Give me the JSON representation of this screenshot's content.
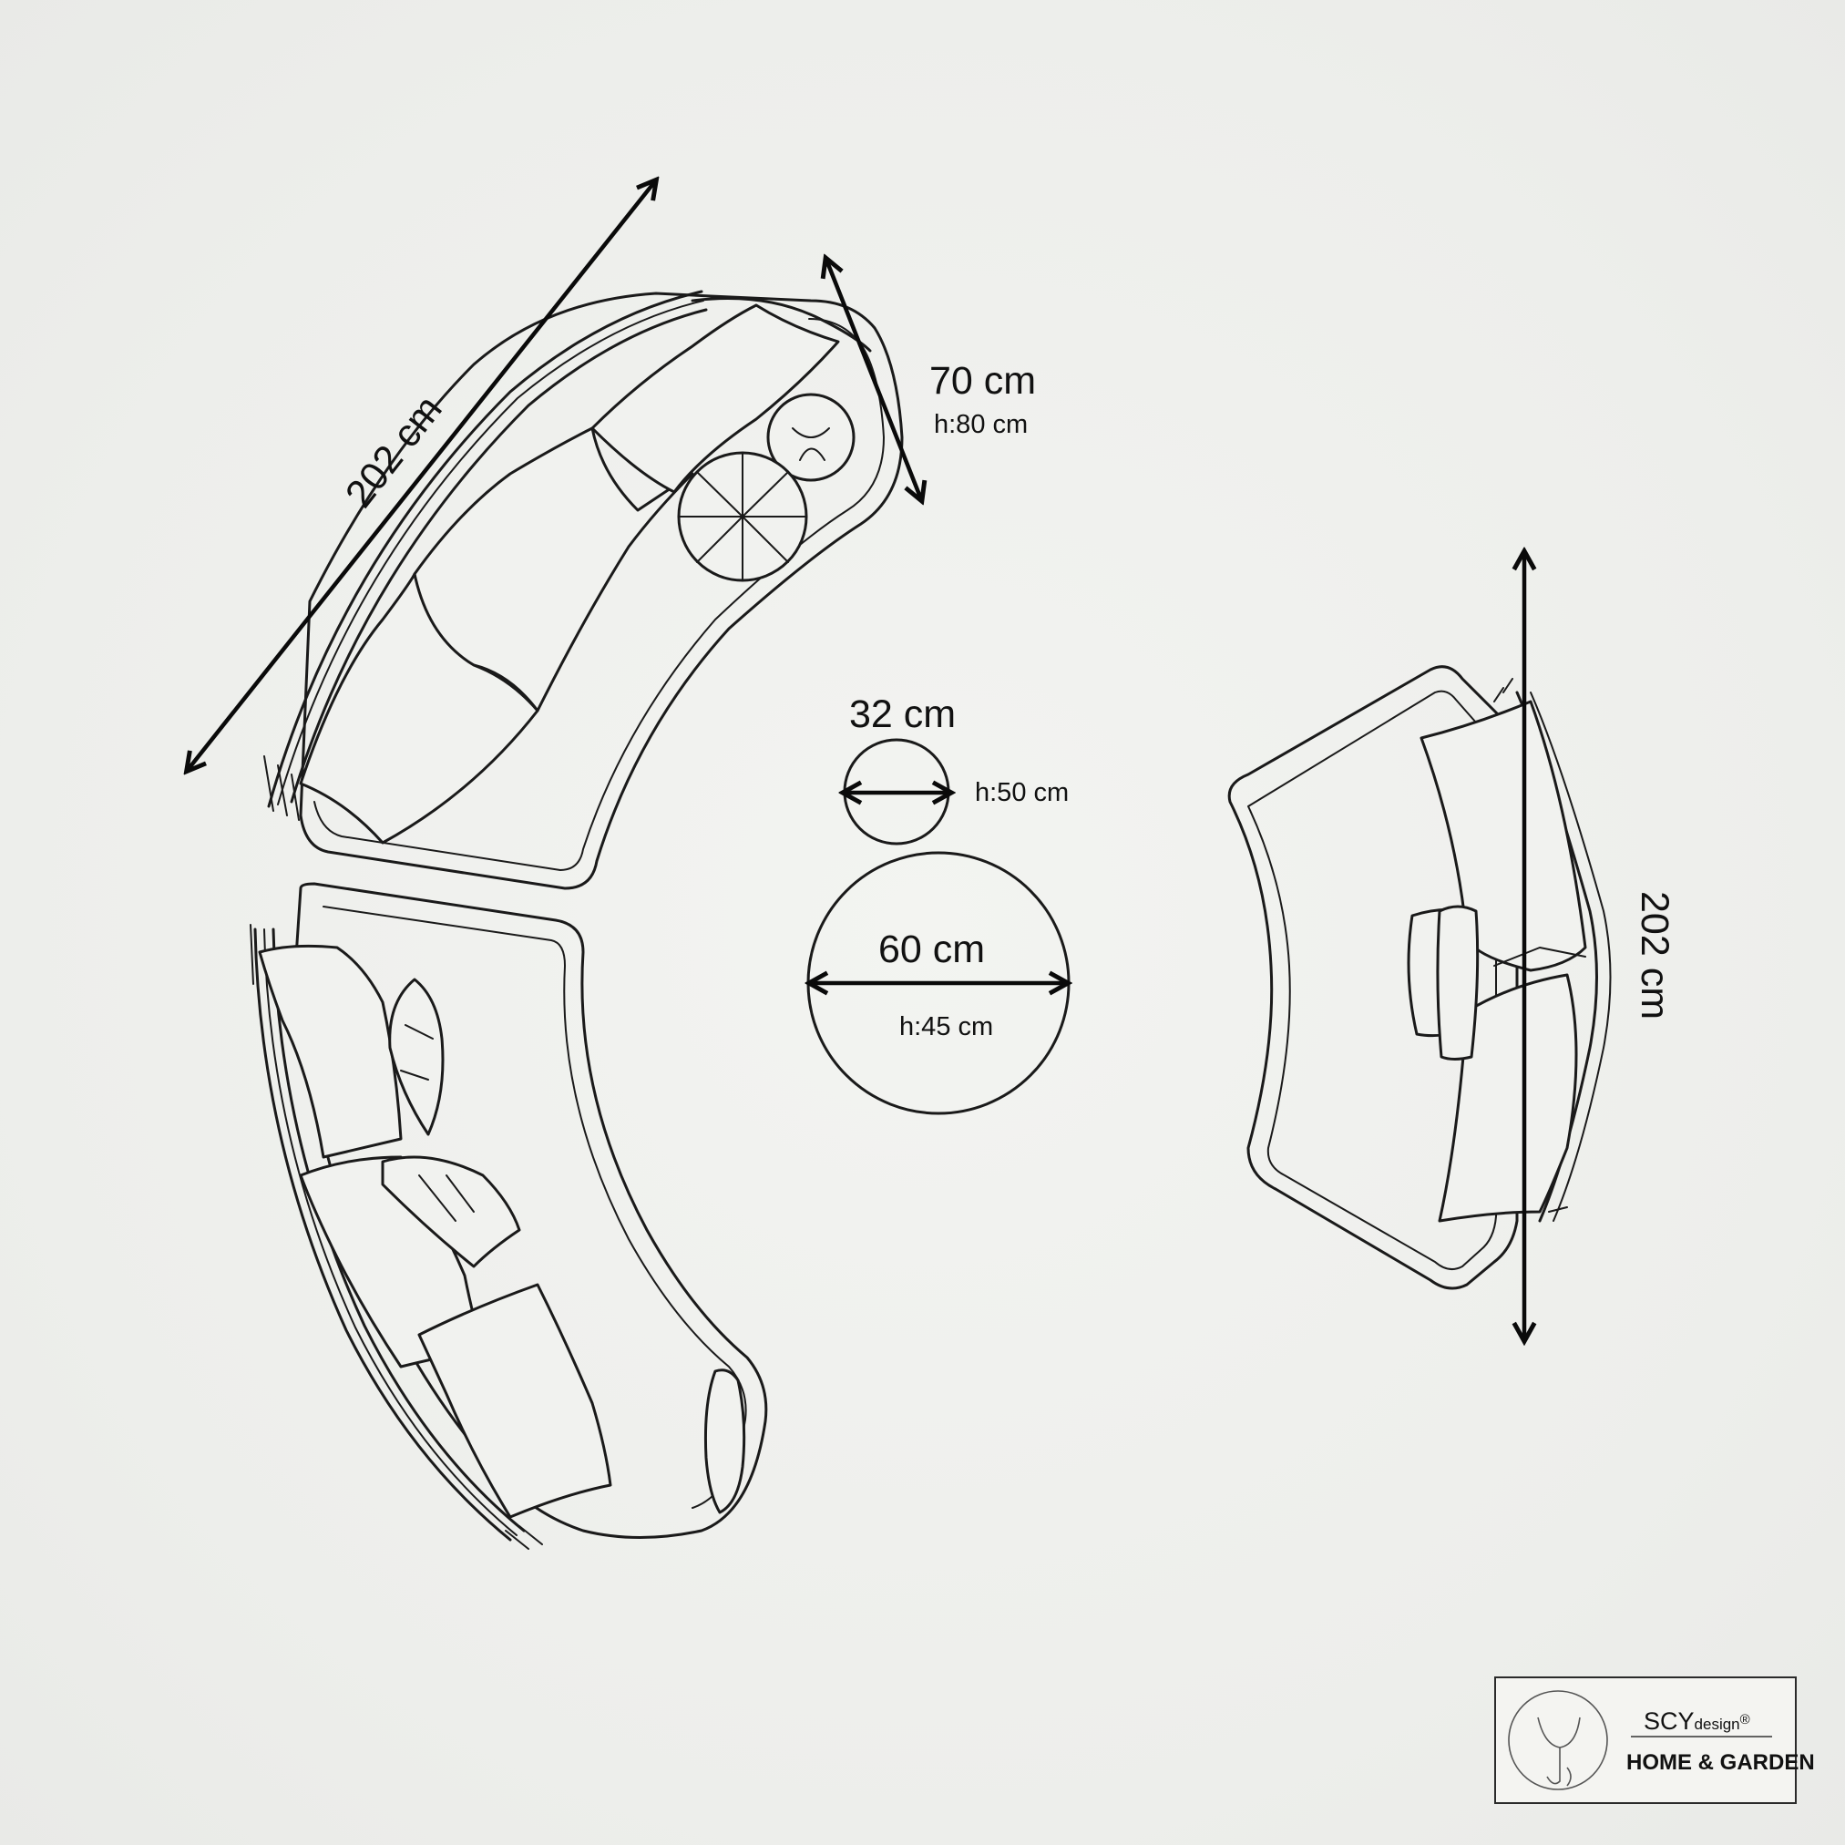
{
  "dimensions": {
    "top_sofa_length": "202 cm",
    "depth": "70 cm",
    "seat_height": "h:80 cm",
    "small_table_diameter": "32 cm",
    "small_table_height": "h:50 cm",
    "large_table_diameter": "60 cm",
    "large_table_height": "h:45 cm",
    "right_sofa_length": "202 cm"
  },
  "brand": {
    "name": "SCY",
    "suffix": "design",
    "registered": "®",
    "tagline": "HOME & GARDEN"
  }
}
